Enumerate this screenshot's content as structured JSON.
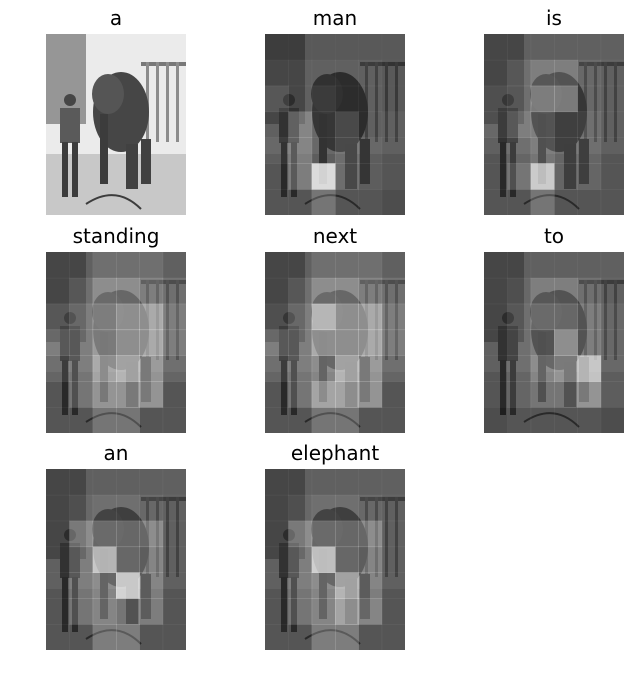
{
  "words": [
    "a",
    "man",
    "is",
    "standing",
    "next",
    "to",
    "an",
    "elephant"
  ],
  "attention_grid": {
    "cols": 6,
    "rows": 7
  },
  "attention_maps": [
    null,
    [
      [
        0.05,
        0.05,
        0.05,
        0.05,
        0.05,
        0.05
      ],
      [
        0.1,
        0.1,
        0.1,
        0.1,
        0.1,
        0.05
      ],
      [
        0.2,
        0.1,
        0.15,
        0.1,
        0.1,
        0.05
      ],
      [
        0.1,
        0.35,
        0.15,
        0.25,
        0.1,
        0.1
      ],
      [
        0.15,
        0.35,
        0.15,
        0.25,
        0.15,
        0.1
      ],
      [
        0.1,
        0.35,
        0.95,
        0.25,
        0.15,
        0.1
      ],
      [
        0.1,
        0.1,
        0.3,
        0.1,
        0.1,
        0.05
      ]
    ],
    [
      [
        0.1,
        0.1,
        0.1,
        0.1,
        0.1,
        0.1
      ],
      [
        0.1,
        0.2,
        0.3,
        0.3,
        0.15,
        0.1
      ],
      [
        0.15,
        0.2,
        0.5,
        0.5,
        0.15,
        0.1
      ],
      [
        0.15,
        0.3,
        0.3,
        0.2,
        0.2,
        0.1
      ],
      [
        0.1,
        0.2,
        0.3,
        0.2,
        0.2,
        0.1
      ],
      [
        0.1,
        0.3,
        0.85,
        0.2,
        0.2,
        0.1
      ],
      [
        0.1,
        0.1,
        0.3,
        0.1,
        0.1,
        0.1
      ]
    ],
    [
      [
        0.1,
        0.1,
        0.2,
        0.2,
        0.2,
        0.1
      ],
      [
        0.1,
        0.2,
        0.4,
        0.4,
        0.3,
        0.2
      ],
      [
        0.2,
        0.3,
        0.5,
        0.6,
        0.6,
        0.3
      ],
      [
        0.3,
        0.3,
        0.5,
        0.6,
        0.6,
        0.3
      ],
      [
        0.2,
        0.3,
        0.6,
        0.7,
        0.5,
        0.2
      ],
      [
        0.1,
        0.3,
        0.5,
        0.5,
        0.5,
        0.1
      ],
      [
        0.1,
        0.1,
        0.3,
        0.3,
        0.1,
        0.1
      ]
    ],
    [
      [
        0.1,
        0.1,
        0.2,
        0.2,
        0.2,
        0.1
      ],
      [
        0.1,
        0.2,
        0.4,
        0.4,
        0.3,
        0.2
      ],
      [
        0.15,
        0.3,
        0.8,
        0.6,
        0.6,
        0.3
      ],
      [
        0.3,
        0.3,
        0.6,
        0.6,
        0.6,
        0.3
      ],
      [
        0.2,
        0.3,
        0.4,
        0.7,
        0.5,
        0.2
      ],
      [
        0.1,
        0.3,
        0.6,
        0.6,
        0.5,
        0.1
      ],
      [
        0.1,
        0.1,
        0.3,
        0.3,
        0.1,
        0.1
      ]
    ],
    [
      [
        0.1,
        0.1,
        0.1,
        0.1,
        0.1,
        0.1
      ],
      [
        0.1,
        0.15,
        0.3,
        0.3,
        0.2,
        0.1
      ],
      [
        0.1,
        0.2,
        0.4,
        0.4,
        0.3,
        0.15
      ],
      [
        0.1,
        0.2,
        0.3,
        0.6,
        0.3,
        0.15
      ],
      [
        0.1,
        0.2,
        0.4,
        0.5,
        0.8,
        0.15
      ],
      [
        0.1,
        0.2,
        0.3,
        0.3,
        0.5,
        0.15
      ],
      [
        0.05,
        0.1,
        0.1,
        0.1,
        0.1,
        0.05
      ]
    ],
    [
      [
        0.1,
        0.1,
        0.1,
        0.1,
        0.1,
        0.1
      ],
      [
        0.1,
        0.15,
        0.2,
        0.2,
        0.15,
        0.1
      ],
      [
        0.1,
        0.4,
        0.4,
        0.4,
        0.4,
        0.1
      ],
      [
        0.1,
        0.3,
        0.8,
        0.4,
        0.35,
        0.1
      ],
      [
        0.1,
        0.3,
        0.4,
        0.9,
        0.35,
        0.1
      ],
      [
        0.1,
        0.3,
        0.4,
        0.3,
        0.35,
        0.1
      ],
      [
        0.1,
        0.1,
        0.35,
        0.35,
        0.1,
        0.1
      ]
    ],
    [
      [
        0.1,
        0.1,
        0.1,
        0.1,
        0.1,
        0.1
      ],
      [
        0.1,
        0.15,
        0.2,
        0.2,
        0.15,
        0.1
      ],
      [
        0.1,
        0.4,
        0.4,
        0.4,
        0.4,
        0.1
      ],
      [
        0.1,
        0.3,
        0.85,
        0.4,
        0.35,
        0.1
      ],
      [
        0.1,
        0.3,
        0.4,
        0.7,
        0.35,
        0.1
      ],
      [
        0.1,
        0.3,
        0.4,
        0.6,
        0.4,
        0.1
      ],
      [
        0.1,
        0.1,
        0.35,
        0.35,
        0.1,
        0.1
      ]
    ]
  ]
}
